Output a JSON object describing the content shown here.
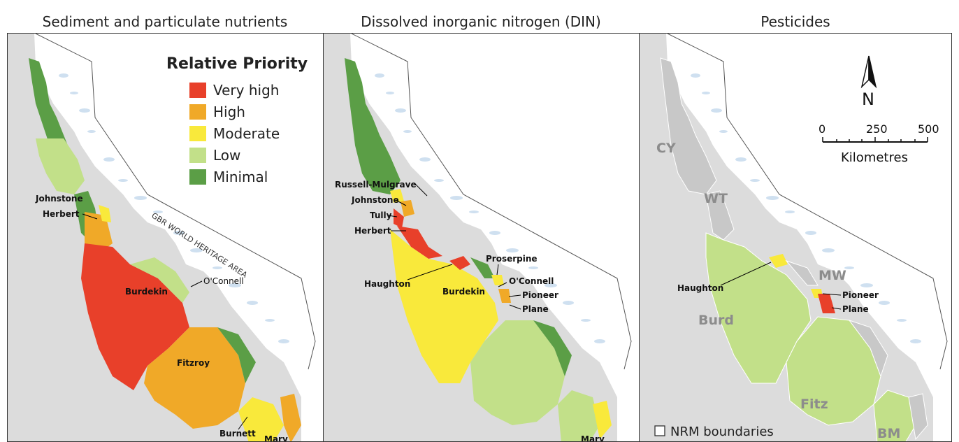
{
  "panels": {
    "sediment": {
      "title": "Sediment and particulate nutrients",
      "labels": {
        "johnstone": "Johnstone",
        "herbert": "Herbert",
        "burdekin": "Burdekin",
        "oconnell": "O'Connell",
        "fitzroy": "Fitzroy",
        "burnett": "Burnett",
        "mary": "Mary"
      },
      "gbr_area": "GBR WORLD HERITAGE AREA"
    },
    "din": {
      "title": "Dissolved inorganic nitrogen (DIN)",
      "labels": {
        "russell_mulgrave": "Russell-Mulgrave",
        "johnstone": "Johnstone",
        "tully": "Tully",
        "herbert": "Herbert",
        "haughton": "Haughton",
        "burdekin": "Burdekin",
        "proserpine": "Proserpine",
        "oconnell": "O'Connell",
        "pioneer": "Pioneer",
        "plane": "Plane",
        "mary": "Mary"
      }
    },
    "pesticides": {
      "title": "Pesticides",
      "labels": {
        "haughton": "Haughton",
        "pioneer": "Pioneer",
        "plane": "Plane"
      },
      "regions": {
        "cy": "CY",
        "wt": "WT",
        "mw": "MW",
        "burd": "Burd",
        "fitz": "Fitz",
        "bm": "BM"
      },
      "north": "N",
      "scale": {
        "ticks": [
          "0",
          "250",
          "500"
        ],
        "unit": "Kilometres"
      },
      "nrm_boundaries": "NRM boundaries"
    }
  },
  "legend": {
    "title": "Relative Priority",
    "items": [
      {
        "label": "Very high",
        "color": "#e8402a"
      },
      {
        "label": "High",
        "color": "#f0a928"
      },
      {
        "label": "Moderate",
        "color": "#f9e93b"
      },
      {
        "label": "Low",
        "color": "#c2e089"
      },
      {
        "label": "Minimal",
        "color": "#5b9e46"
      }
    ]
  },
  "colors": {
    "land": "#dcdcdc",
    "reef": "#cfe0f0",
    "nrm_grey": "#c8c8c8",
    "low": "#c2e089",
    "minimal": "#5b9e46"
  }
}
